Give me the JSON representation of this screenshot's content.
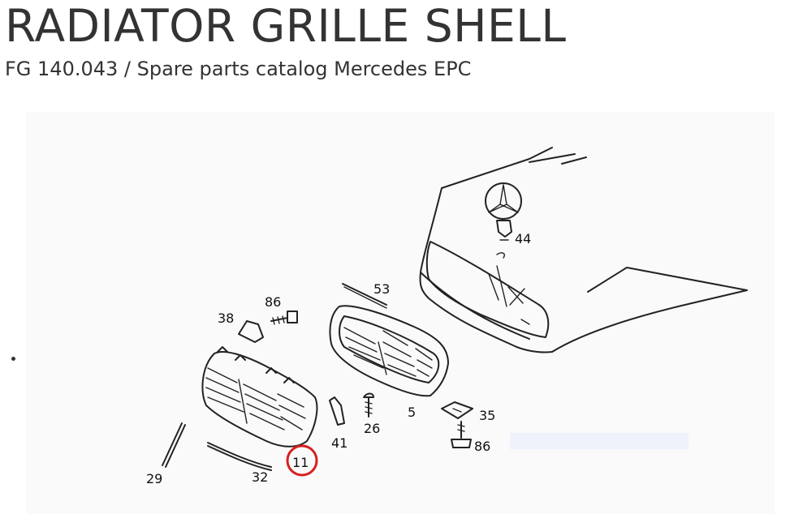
{
  "page": {
    "title": "RADIATOR GRILLE SHELL",
    "subtitle": "FG 140.043 / Spare parts catalog Mercedes EPC"
  },
  "diagram": {
    "part_labels": {
      "p44": "44",
      "p53": "53",
      "p86a": "86",
      "p38": "38",
      "p5": "5",
      "p35": "35",
      "p26": "26",
      "p86b": "86",
      "p41": "41",
      "p11": "11",
      "p29": "29",
      "p32": "32"
    },
    "highlighted_part": "11",
    "highlight_color": "#d62020"
  }
}
